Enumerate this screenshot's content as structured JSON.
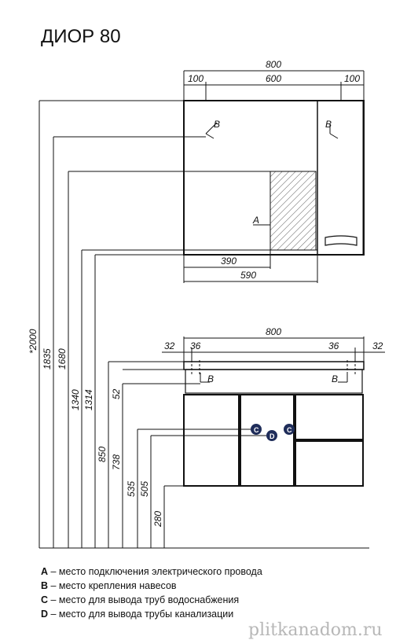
{
  "title": "ДИОР 80",
  "mirror_cabinet": {
    "width_total": "800",
    "width_left": "100",
    "width_mid": "600",
    "width_right": "100",
    "shelf_width": "390",
    "lower_width": "590",
    "label_b": "B",
    "label_a": "A"
  },
  "vanity": {
    "width_total": "800",
    "edge_left": "32",
    "inset_left": "36",
    "inset_right": "36",
    "edge_right": "32",
    "label_b": "B",
    "label_c": "C",
    "label_d": "D",
    "dim_52": "52"
  },
  "heights": [
    "*2000",
    "1835",
    "1680",
    "1340",
    "1314",
    "850",
    "738",
    "535",
    "505",
    "280"
  ],
  "legend": [
    {
      "key": "A",
      "text": " – место подключения электрического провода"
    },
    {
      "key": "B",
      "text": " – место крепления навесов"
    },
    {
      "key": "C",
      "text": " – место для вывода труб водоснабжения"
    },
    {
      "key": "D",
      "text": " – место для вывода трубы канализации"
    }
  ],
  "watermark": "plitkanadom.ru",
  "colors": {
    "line": "#111111",
    "badge": "#1f2d5a",
    "hatch": "#555555"
  }
}
